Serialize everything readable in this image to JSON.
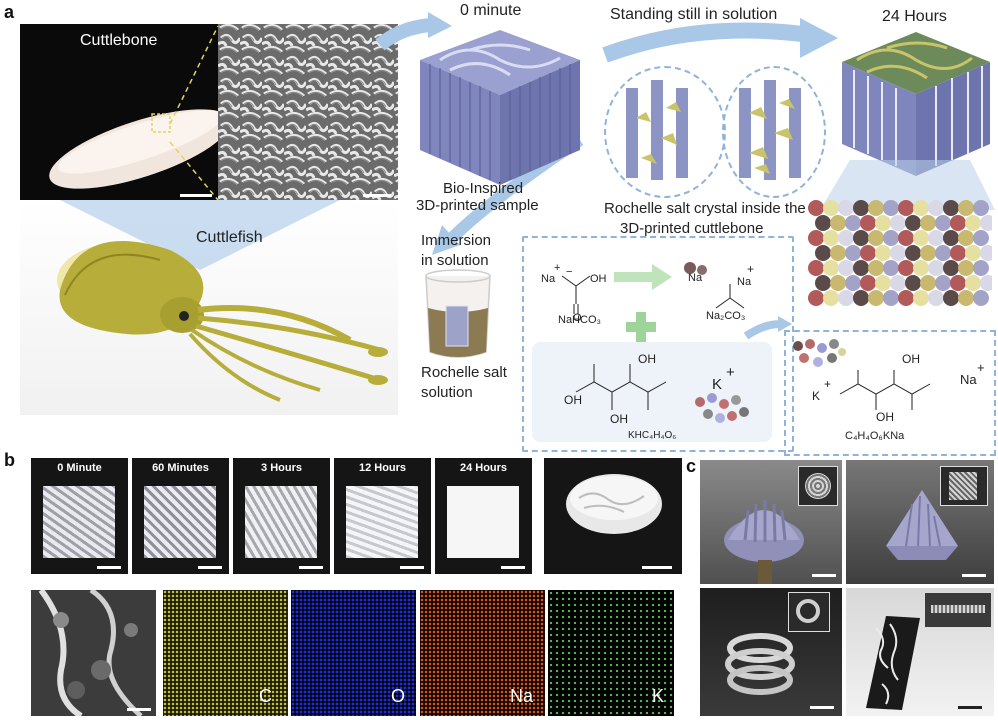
{
  "panel_a": {
    "letter": "a",
    "cuttlebone_label": "Cuttlebone",
    "cuttlefish_label": "Cuttlefish",
    "zero_minute_label": "0 minute",
    "standing_label": "Standing still in solution",
    "hours24_label": "24 Hours",
    "bioinspired_line1": "Bio-Inspired",
    "bioinspired_line2": "3D-printed sample",
    "crystal_line1": "Rochelle salt crystal inside the",
    "crystal_line2": "3D-printed cuttlebone",
    "immersion_line1": "Immersion",
    "immersion_line2": "in solution",
    "rochelle_line1": "Rochelle salt",
    "rochelle_line2": "solution",
    "chem": {
      "nahco3": "NaHCO₃",
      "na2co3": "Na₂CO₃",
      "khc4h4o6": "KHC₄H₄O₆",
      "product": "C₄H₄O₆KNa",
      "na": "Na",
      "k": "K",
      "plus": "+",
      "minus": "−",
      "oh": "OH",
      "o": "O",
      "c": "C"
    },
    "colors": {
      "arrow_blue": "#a9c8e8",
      "dash_blue": "#8fb3d9",
      "print_lavender": "#8c94c4",
      "crystal_yellow": "#c9c46a",
      "squid_olive": "#b7ad3a",
      "green_plus": "#9ed49a"
    }
  },
  "panel_b": {
    "letter": "b",
    "timelapse": [
      "0 Minute",
      "60 Minutes",
      "3 Hours",
      "12 Hours",
      "24 Hours"
    ],
    "eds": [
      "C",
      "O",
      "Na",
      "K"
    ],
    "eds_colors": [
      "#c8c33a",
      "#1e2fd6",
      "#d8581e",
      "#5ec95a"
    ]
  },
  "panel_c": {
    "letter": "c"
  }
}
